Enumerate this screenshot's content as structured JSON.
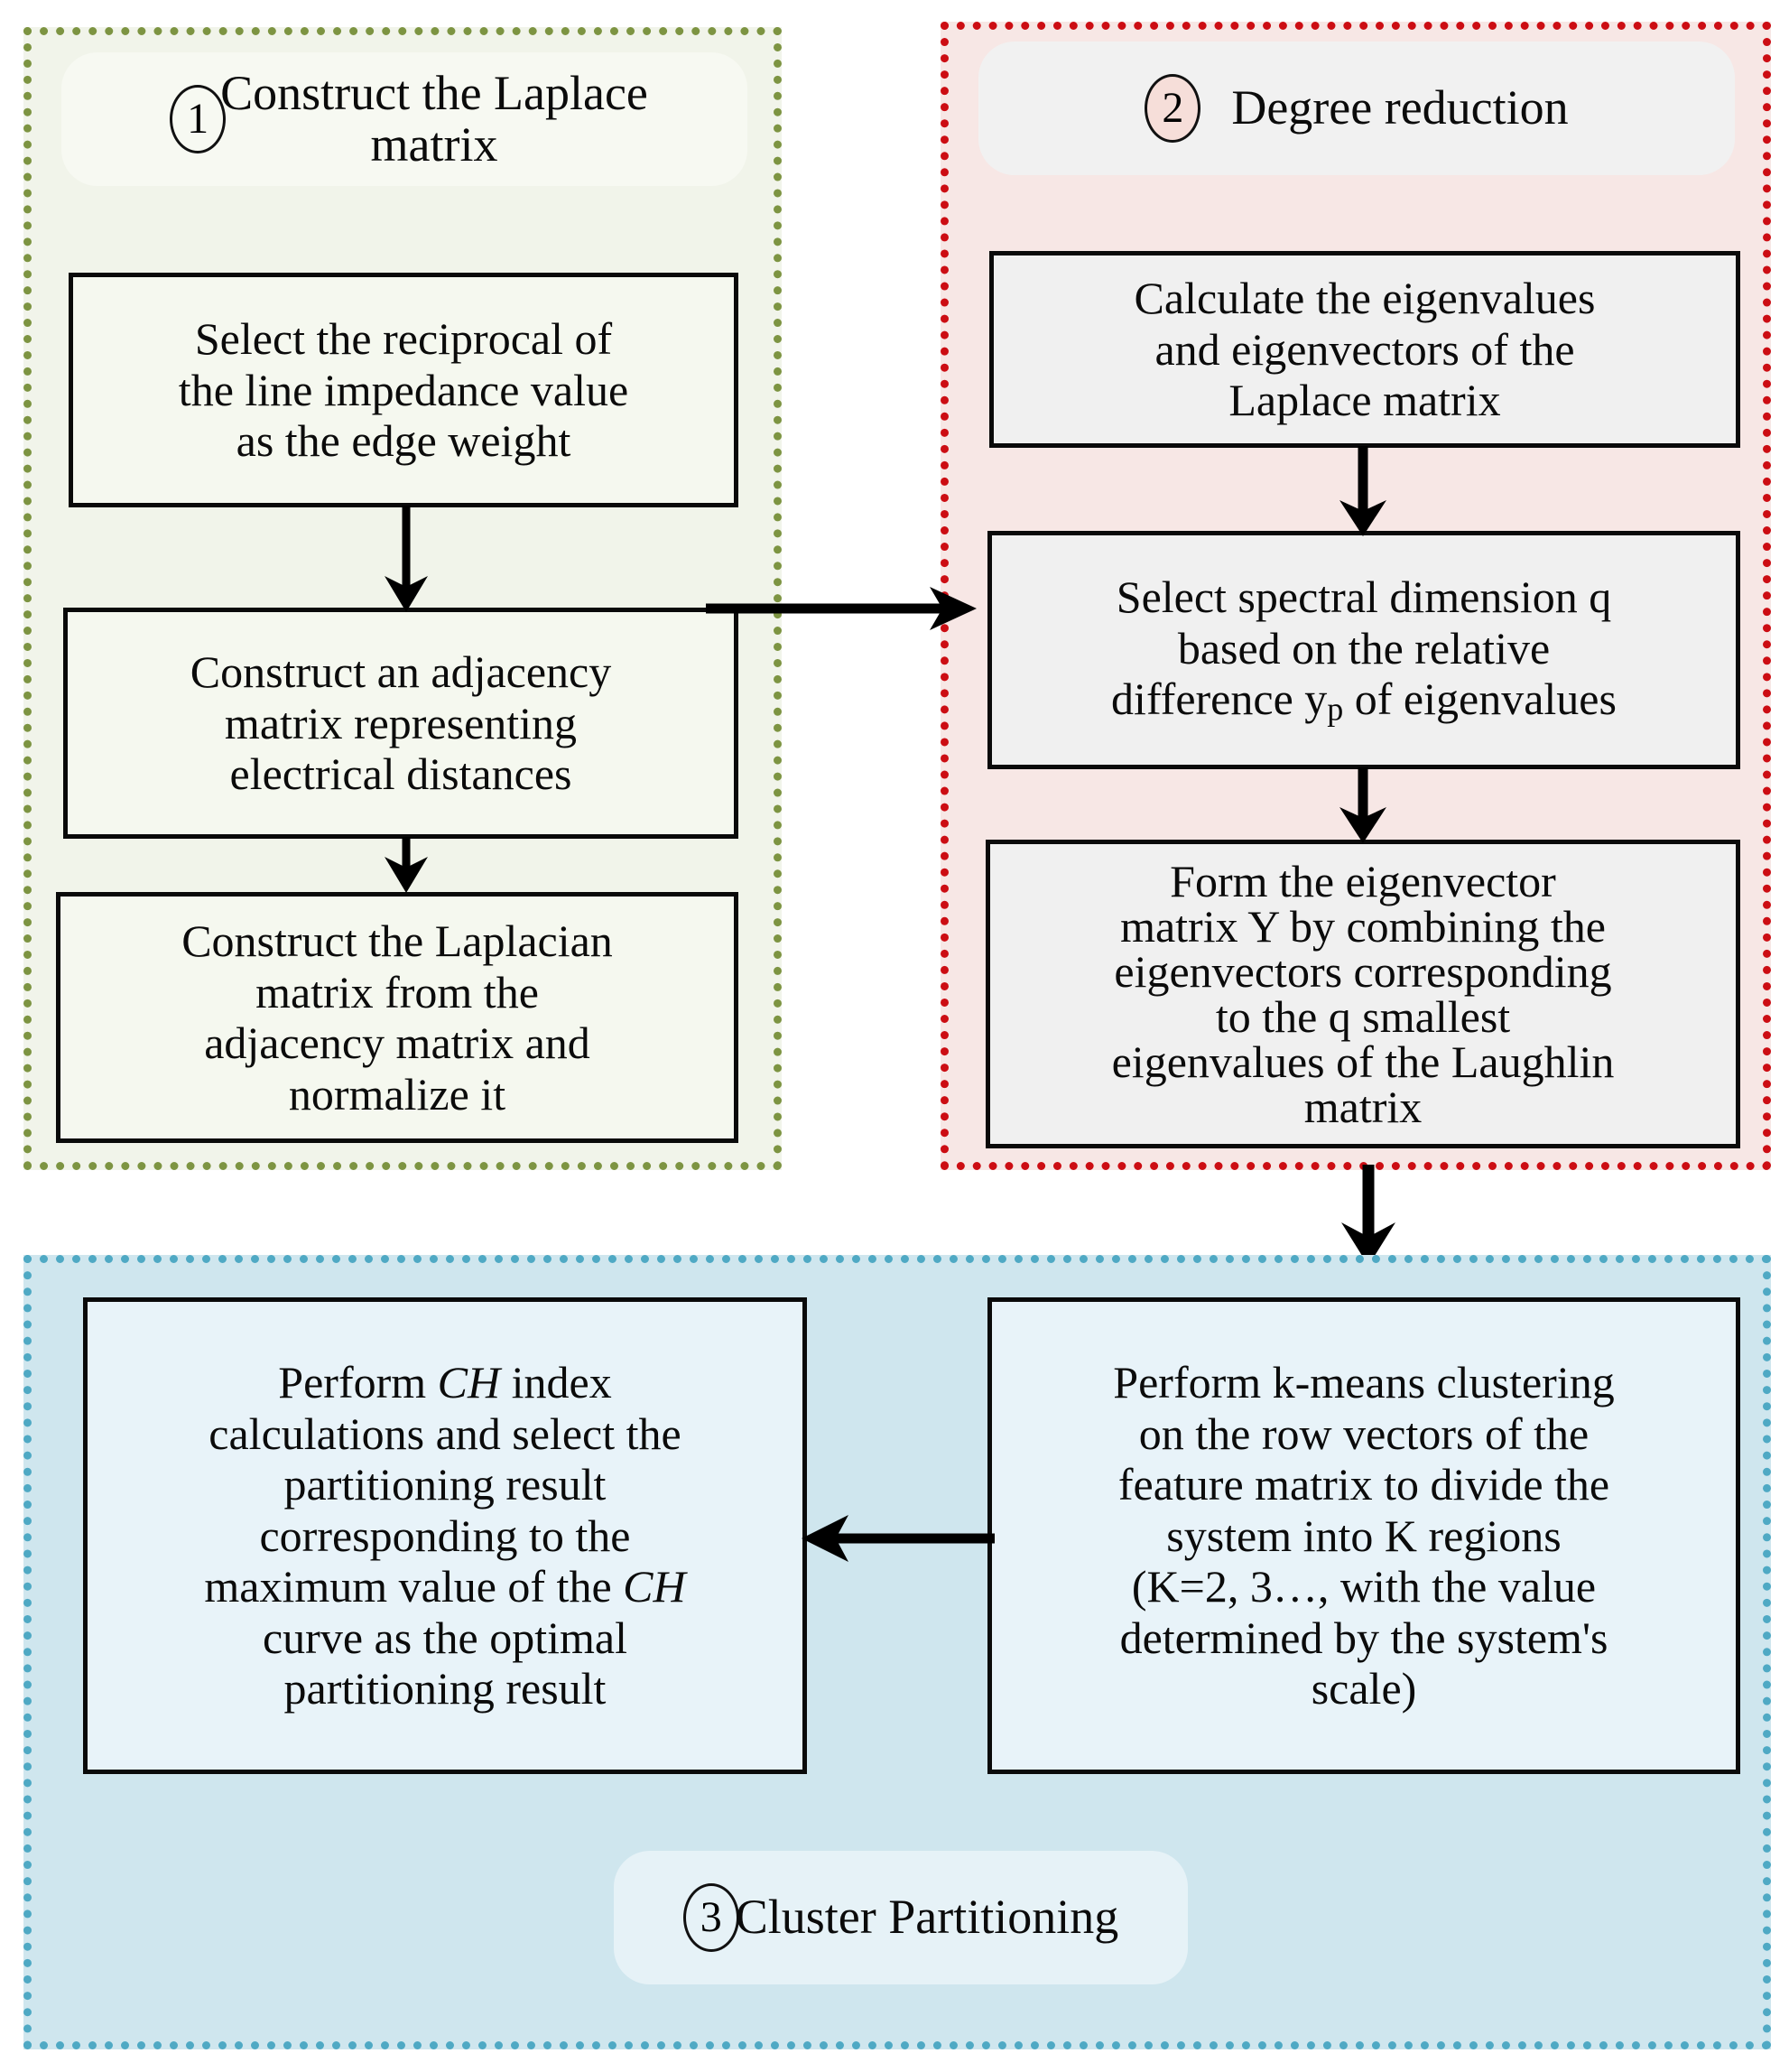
{
  "diagram": {
    "title": "Spectral clustering partitioning flowchart",
    "colors": {
      "panel1_border": "#7d9442",
      "panel1_fill": "#f1f4ea",
      "panel2_border": "#cc0d13",
      "panel2_fill": "#f7e7e5",
      "panel3_border": "#4fa9c4",
      "panel3_fill": "#cfe6ee",
      "box_border": "#0a0a0a",
      "arrow": "#000000"
    }
  },
  "panels": [
    {
      "id": "laplace",
      "badge": "1",
      "header": "Construct the  Laplace\nmatrix",
      "boxes": [
        {
          "id": "edge-weight",
          "text": "Select the reciprocal of\nthe line impedance value\nas the edge weight"
        },
        {
          "id": "adjacency",
          "text": "Construct an adjacency\nmatrix representing\nelectrical distances"
        },
        {
          "id": "laplacian-norm",
          "text": "Construct the Laplacian\nmatrix from the\nadjacency matrix and\nnormalize it"
        }
      ]
    },
    {
      "id": "degree",
      "badge": "2",
      "header": "Degree reduction",
      "boxes": [
        {
          "id": "eigen",
          "text": "Calculate the eigenvalues\nand eigenvectors of the\nLaplace matrix"
        },
        {
          "id": "spectral-dim",
          "text": "Select spectral dimension q\nbased on the relative\ndifference yp of eigenvalues"
        },
        {
          "id": "eigen-matrix",
          "text": "Form the eigenvector\nmatrix Y by combining the\neigenvectors corresponding\nto the q smallest\neigenvalues of the Laughlin\nmatrix"
        }
      ]
    },
    {
      "id": "cluster",
      "badge": "3",
      "header": "Cluster Partitioning",
      "boxes": [
        {
          "id": "ch-index",
          "text": "Perform CH index\ncalculations and select the\npartitioning result\ncorresponding to the\nmaximum value of the CH\ncurve as the optimal\npartitioning result"
        },
        {
          "id": "kmeans",
          "text": "Perform k-means clustering\non the row vectors of the\nfeature matrix to divide the\nsystem into K regions\n(K=2, 3…, with the value\ndetermined by the system's\nscale)"
        }
      ]
    }
  ],
  "arrows": [
    {
      "id": "edge-weight-to-adjacency",
      "direction": "down"
    },
    {
      "id": "adjacency-to-laplacian",
      "direction": "down"
    },
    {
      "id": "panel1-to-panel2",
      "direction": "right"
    },
    {
      "id": "eigen-to-spectral",
      "direction": "down"
    },
    {
      "id": "spectral-to-eigen-matrix",
      "direction": "down"
    },
    {
      "id": "panel2-to-panel3",
      "direction": "down"
    },
    {
      "id": "kmeans-to-ch-index",
      "direction": "left"
    }
  ]
}
